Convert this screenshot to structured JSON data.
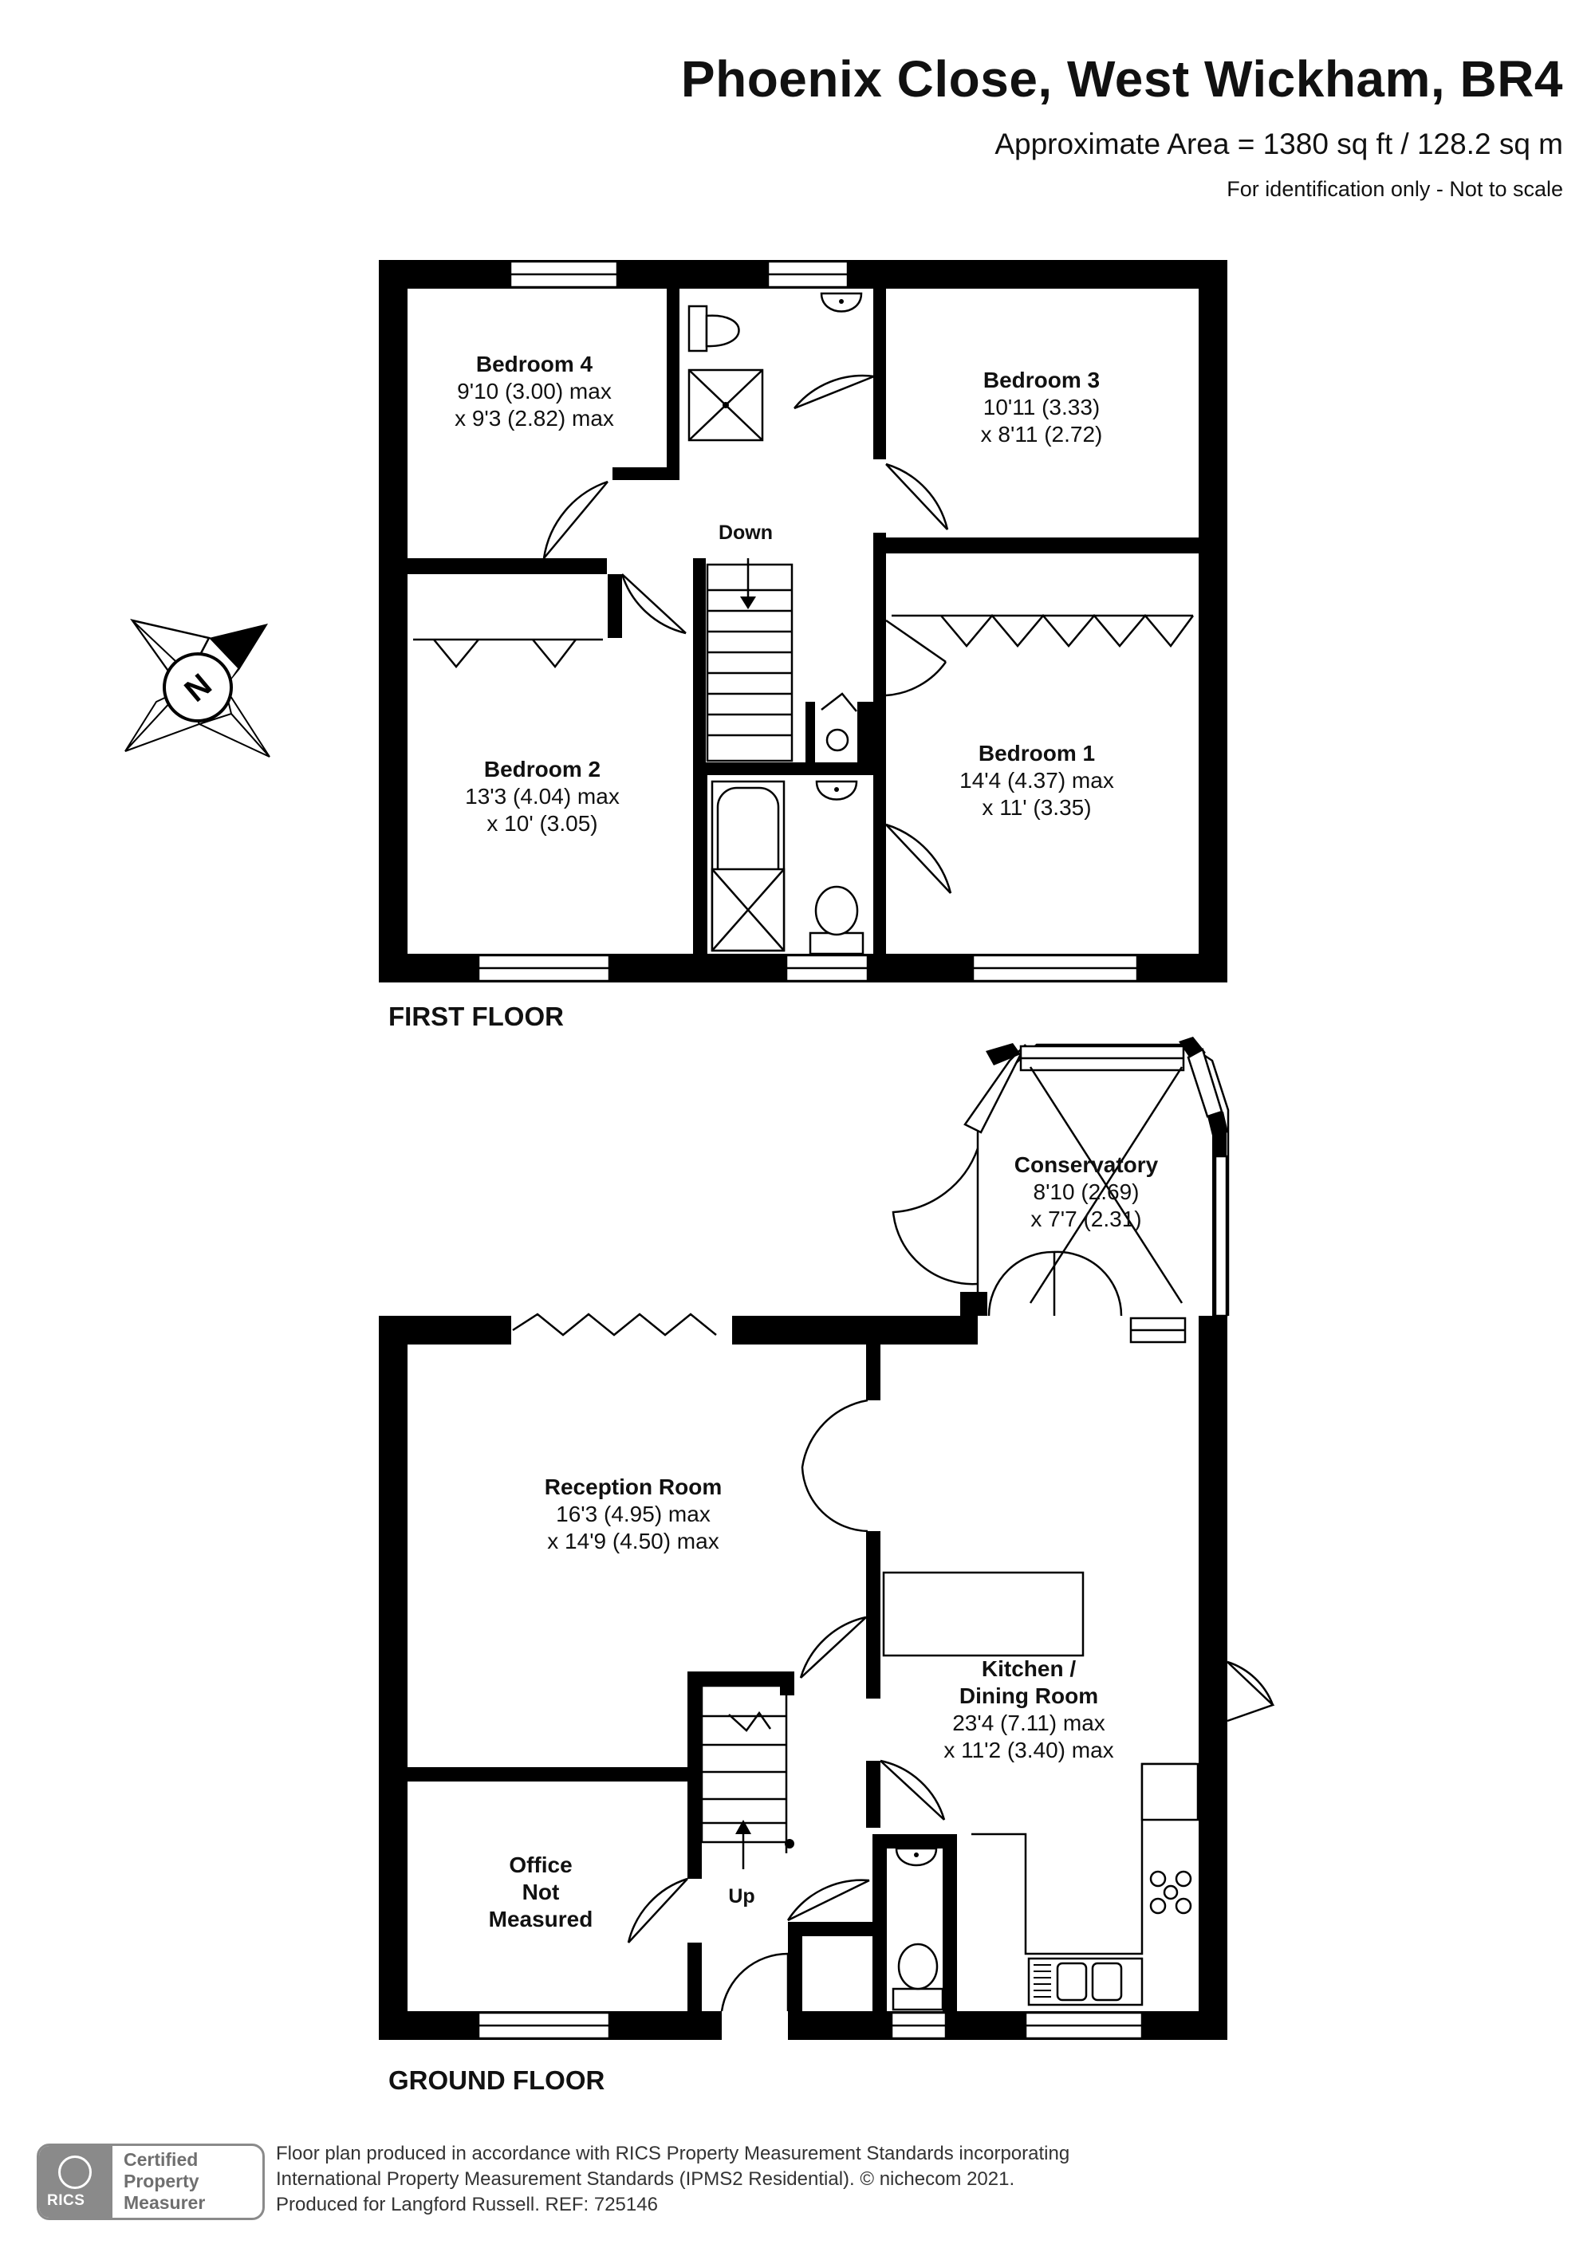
{
  "header": {
    "title": "Phoenix Close, West Wickham, BR4",
    "area": "Approximate Area = 1380 sq ft / 128.2 sq m",
    "note": "For identification only - Not to scale"
  },
  "compass": {
    "icon": "north-compass-icon",
    "letter": "N"
  },
  "first_floor": {
    "label": "FIRST FLOOR",
    "stair_label": "Down",
    "rooms": [
      {
        "name": "Bedroom 4",
        "dims": [
          "9'10 (3.00) max",
          "x 9'3 (2.82) max"
        ]
      },
      {
        "name": "Bedroom 3",
        "dims": [
          "10'11 (3.33)",
          "x 8'11 (2.72)"
        ]
      },
      {
        "name": "Bedroom 2",
        "dims": [
          "13'3 (4.04) max",
          "x 10' (3.05)"
        ]
      },
      {
        "name": "Bedroom 1",
        "dims": [
          "14'4 (4.37) max",
          "x 11' (3.35)"
        ]
      }
    ]
  },
  "ground_floor": {
    "label": "GROUND FLOOR",
    "stair_label": "Up",
    "rooms": [
      {
        "name": "Conservatory",
        "dims": [
          "8'10 (2.69)",
          "x 7'7 (2.31)"
        ]
      },
      {
        "name": "Reception Room",
        "dims": [
          "16'3 (4.95) max",
          "x 14'9 (4.50) max"
        ]
      },
      {
        "name": "Kitchen /",
        "dims": [
          "Dining Room",
          "23'4 (7.11) max",
          "x 11'2 (3.40) max"
        ]
      },
      {
        "name": "Office",
        "dims": [
          "Not",
          "Measured"
        ]
      }
    ]
  },
  "footer": {
    "badge_logo": "RICS",
    "badge_lines": [
      "Certified",
      "Property",
      "Measurer"
    ],
    "lines": [
      "Floor plan produced in accordance with RICS Property Measurement Standards incorporating",
      "International Property Measurement Standards (IPMS2 Residential).   © nichecom 2021.",
      "Produced for Langford Russell.   REF: 725146"
    ]
  },
  "colors": {
    "wall": "#000000",
    "text": "#111111",
    "badge": "#8a8a8a"
  }
}
